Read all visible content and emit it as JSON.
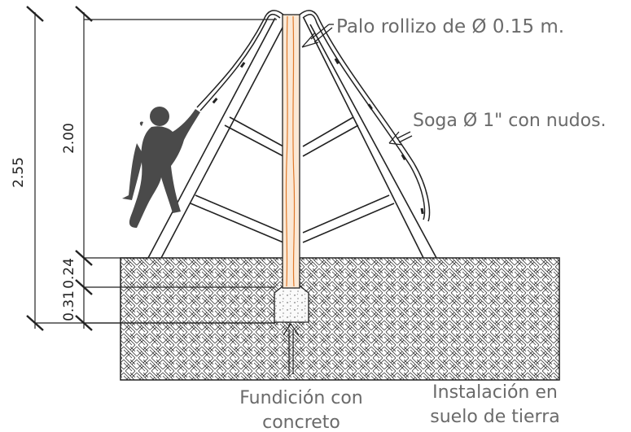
{
  "dimensions": {
    "total": "2.55",
    "above_ground": "2.00",
    "buried_upper": "0.24",
    "buried_lower": "0.31"
  },
  "labels": {
    "pole": "Palo rollizo de Ø 0.15 m.",
    "rope": "Soga Ø 1\" con nudos.",
    "foundation_line1": "Fundición con",
    "foundation_line2": "concreto",
    "installation_line1": "Instalación en",
    "installation_line2": "suelo de tierra"
  },
  "colors": {
    "line": "#222222",
    "label_text": "#6a6a6a",
    "pole_fill": "#fbe9d6",
    "pole_grain": "#e07a2c",
    "climber": "#4a4a4a",
    "ground_hatch": "#333333"
  }
}
